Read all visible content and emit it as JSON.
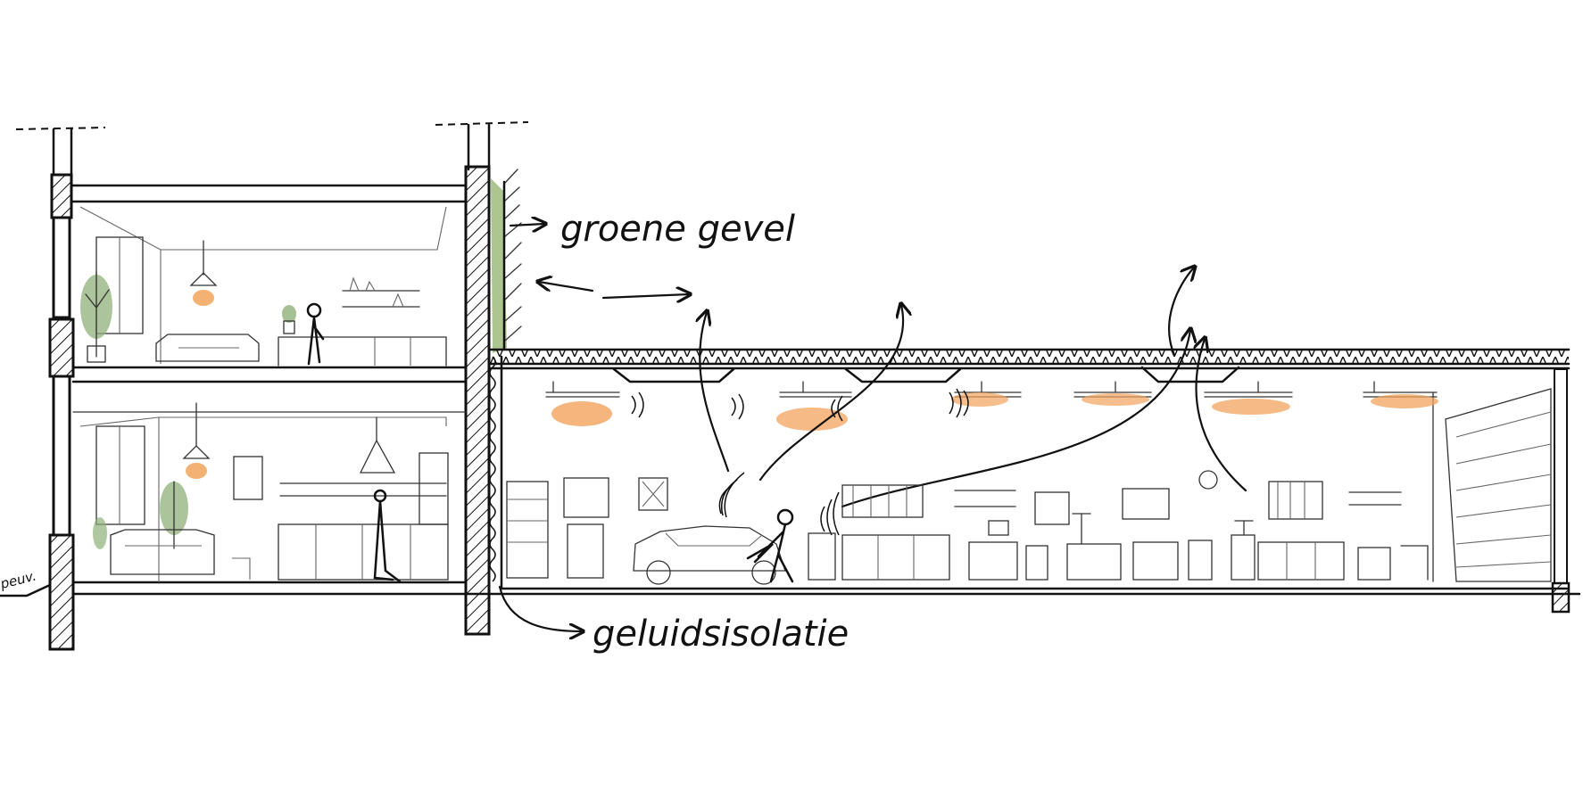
{
  "annotations": {
    "green_facade": "groene gevel",
    "sound_insulation": "geluidsisolatie",
    "ground_level": "peuv."
  },
  "colors": {
    "lamp_glow": "#f2a35c",
    "green_facade": "#9dbb7e",
    "plant": "#8fb07a",
    "ink": "#111111"
  },
  "icons": {
    "lamp": "pendant-lamp-icon",
    "person": "person-figure-icon",
    "car": "car-icon",
    "plant": "plant-icon"
  }
}
